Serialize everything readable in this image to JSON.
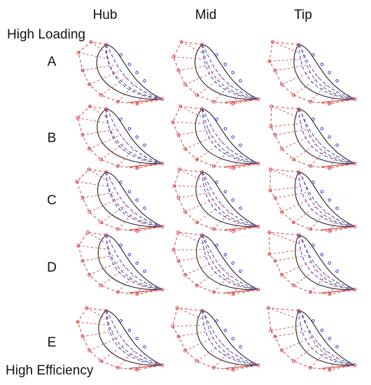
{
  "figure": {
    "columns": [
      "Hub",
      "Mid",
      "Tip"
    ],
    "rows": [
      "A",
      "B",
      "C",
      "D",
      "E"
    ],
    "top_label": "High Loading",
    "bottom_label": "High Efficiency"
  },
  "colors": {
    "blade_outline": "#222222",
    "baseline_control": "#d94040",
    "optimized_control": "#3a3ad0"
  },
  "legend_semantics": {
    "black_solid": "blade profile",
    "red_dashed": "control polygon (baseline)",
    "blue_dashed": "control polygon (optimized)"
  }
}
